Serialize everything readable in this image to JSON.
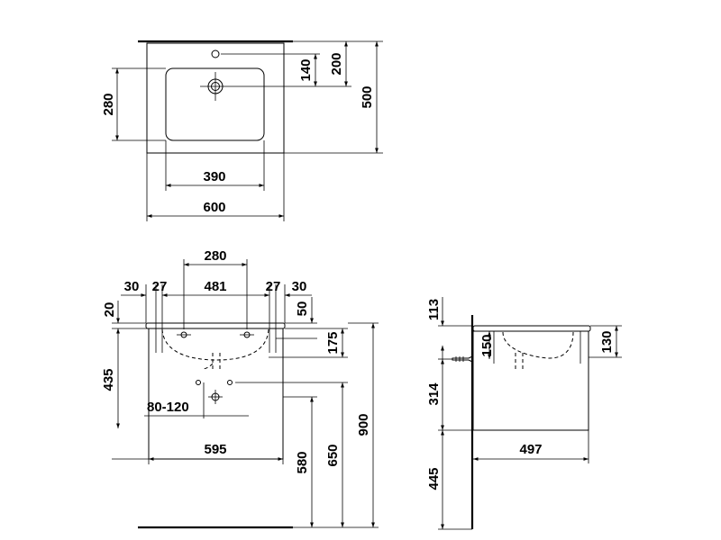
{
  "top_view": {
    "basin_depth": "280",
    "basin_width": "390",
    "overall_width": "600",
    "tap_to_drain": "140",
    "tap_offset": "200",
    "overall_depth": "500"
  },
  "front_view": {
    "basin_width": "280",
    "left_edge_30": "30",
    "left_edge_27": "27",
    "fixing_distance": "481",
    "right_edge_27": "27",
    "right_edge_30": "30",
    "top_thickness": "20",
    "fixing_height": "50",
    "drain_height": "175",
    "cabinet_height": "435",
    "pipe_range": "80-120",
    "cabinet_width": "595",
    "floor_to_cabinet": "580",
    "floor_to_fixing": "650",
    "floor_to_top": "900"
  },
  "side_view": {
    "top_113": "113",
    "fixing_150": "150",
    "drain_130": "130",
    "pipe_height_314": "314",
    "floor_445": "445",
    "depth_497": "497"
  }
}
